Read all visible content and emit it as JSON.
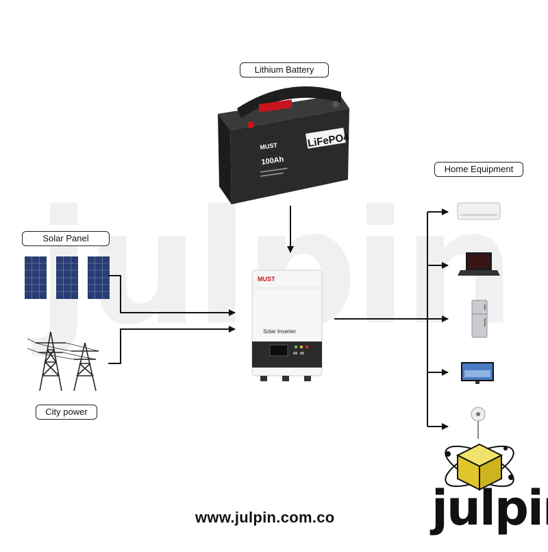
{
  "labels": {
    "battery": "Lithium Battery",
    "home": "Home Equipment",
    "solar": "Solar Panel",
    "city": "City power"
  },
  "battery_device": {
    "brand": "MUST",
    "capacity": "100Ah",
    "chemistry": "LiFePO4"
  },
  "inverter_device": {
    "brand": "MUST",
    "name": "Solar Inverter"
  },
  "watermark": "julpin",
  "footer": {
    "url": "www.julpin.com.co",
    "logo": "julpin"
  },
  "icons": [
    "air-conditioner-icon",
    "laptop-icon",
    "refrigerator-icon",
    "television-icon",
    "fan-icon"
  ],
  "colors": {
    "line": "#111111",
    "battery_body": "#2a2a2a",
    "accent": "#c8141e",
    "logo_cube": "#e8d23a",
    "watermark": "#f0f0f0"
  }
}
